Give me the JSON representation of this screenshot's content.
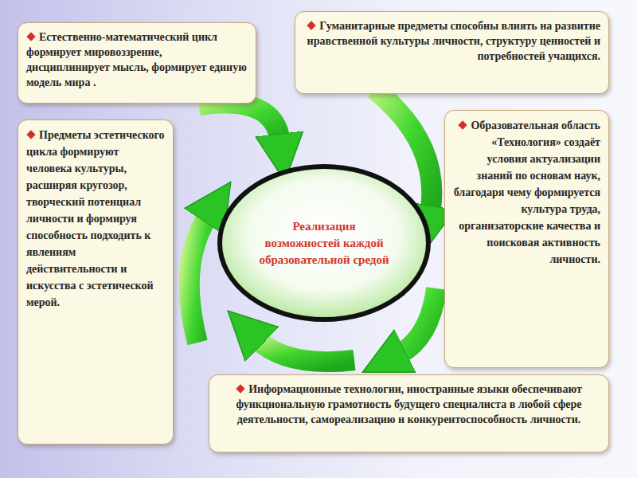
{
  "diagram": {
    "nodes": [
      {
        "text": [
          "Естественно-математический цикл формирует мировоззрение, дисциплинирует мысль, формирует единую модель мира ."
        ]
      },
      {
        "text": [
          "Гуманитарные предметы способны влиять на развитие нравственной культуры личности, структуру ценностей и потребностей учащихся."
        ]
      },
      {
        "text": [
          "Предметы эстетического цикла формируют человека культуры, расширяя кругозор, творческий потенциал личности и формируя способность подходить к явлениям действительности и искусства с эстетической мерой."
        ]
      },
      {
        "text": [
          "Реализация возможностей каждой образовательной средой"
        ]
      },
      {
        "text": [
          "Образовательная область «Технология» создаёт условия актуализации знаний по основам наук, благодаря чему формируется культура труда, организаторские качества и поисковая активность личности."
        ]
      },
      {
        "text": [
          "Информационные технологии, иностранные языки обеспечивают функциональную грамотность будущего специалиста в любой сфере деятельности, самореализацию и конкурентоспособность личности."
        ]
      }
    ]
  }
}
